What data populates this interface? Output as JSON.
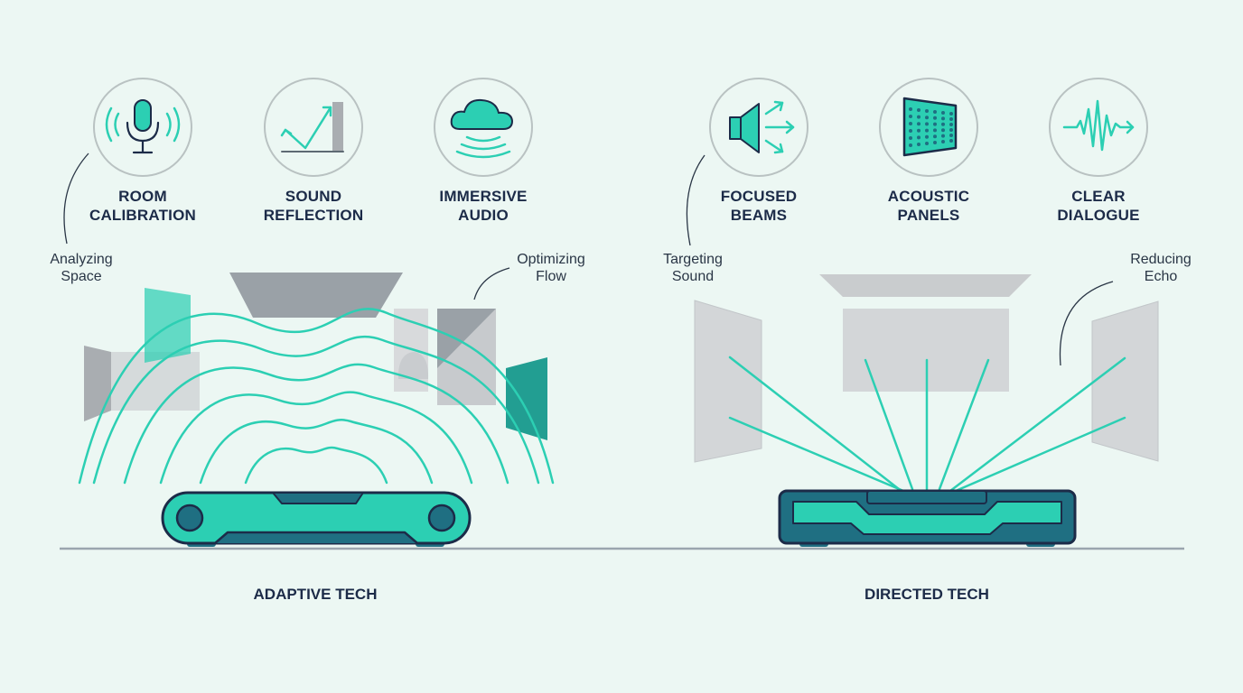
{
  "colors": {
    "background": "#ecf7f3",
    "teal": "#2ccfb3",
    "dark_teal": "#1f6f82",
    "navy": "#1c2b48",
    "gray": "#a9adb1",
    "light_gray": "#d3d6d8",
    "circle": "#b9c2c2"
  },
  "adaptive": {
    "title": "ADAPTIVE TECH",
    "icons": [
      {
        "icon": "microphone-icon",
        "label": "ROOM\nCALIBRATION"
      },
      {
        "icon": "reflection-icon",
        "label": "SOUND\nREFLECTION"
      },
      {
        "icon": "cloud-icon",
        "label": "IMMERSIVE\nAUDIO"
      }
    ],
    "annotations": [
      "Analyzing\nSpace",
      "Optimizing\nFlow"
    ]
  },
  "directed": {
    "title": "DIRECTED TECH",
    "icons": [
      {
        "icon": "speaker-beams-icon",
        "label": "FOCUSED\nBEAMS"
      },
      {
        "icon": "acoustic-panel-icon",
        "label": "ACOUSTIC\nPANELS"
      },
      {
        "icon": "waveform-icon",
        "label": "CLEAR\nDIALOGUE"
      }
    ],
    "annotations": [
      "Targeting\nSound",
      "Reducing\nEcho"
    ]
  }
}
